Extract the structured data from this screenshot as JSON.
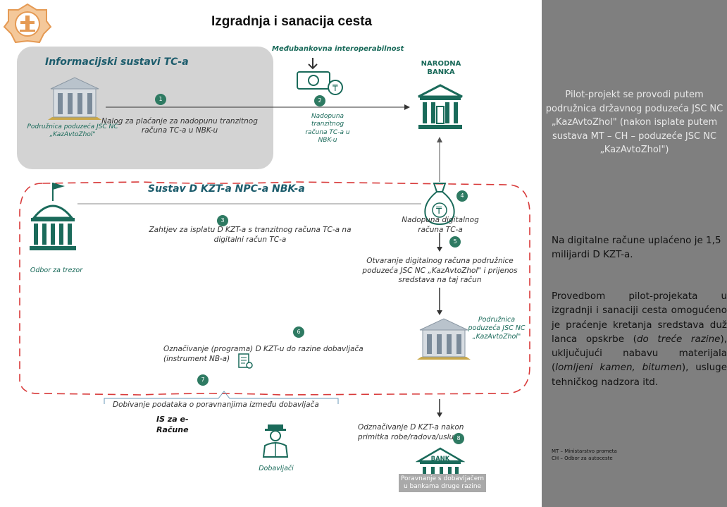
{
  "title": "Izgradnja i sanacija cesta",
  "info_systems_title": "Informacijski sustavi TC-a",
  "interbank_label": "Međubankovna interoperabilnost",
  "national_bank_label": "NARODNA BANKA",
  "branch_label_top": "Podružnica poduzeća JSC NC „KazAvtoZhol\"",
  "step1_text": "Nalog za plaćanje za nadopunu tranzitnog računa TC-a u NBK-u",
  "step2_text": "Nadopuna tranzitnog računa TC-a u NBK-u",
  "system_title": "Sustav D KZT-a NPC-a NBK-a",
  "treasury_label": "Odbor za trezor",
  "step3_text": "Zahtjev za isplatu D KZT-a s tranzitnog računa TC-a na digitalni račun TC-a",
  "step4_text": "Nadopuna digitalnog računa TC-a",
  "step5_text": "Otvaranje digitalnog računa podružnice poduzeća JSC NC „KazAvtoZhol\" i prijenos sredstava na taj račun",
  "branch_label_bottom": "Podružnica poduzeća JSC NC „KazAvtoZhol\"",
  "step6_text": "Označivanje (programa) D KZT-u do razine dobavljača (instrument NB-a)",
  "step7_text": "Dobivanje podataka o poravnanjima između dobavljača",
  "is_label": "IS za e-Račune",
  "suppliers_label": "Dobavljači",
  "step8_text": "Odznačivanje D KZT-a nakon primitka robe/radova/usluga",
  "bank_label": "Poravnanje s dobavljačem u bankama druge razine",
  "bank_sign": "BANK",
  "steps": [
    "1",
    "2",
    "3",
    "4",
    "5",
    "6",
    "7",
    "8"
  ],
  "right_panel": {
    "top_text": "Pilot-projekt se provodi putem podružnica državnog poduzeća JSC NC „KazAvtoZhol\" (nakon isplate putem sustava MT – CH – poduzeće JSC NC „KazAvtoZhol\")",
    "mid_text": "Na digitalne račune uplaćeno je 1,5 milijardi D KZT-a.",
    "para_prefix": "Provedbom pilot-projekata u izgradnji i sanaciji cesta omogućeno je praćenje kretanja sredstava duž lanca opskrbe (",
    "para_em1": "do treće razine",
    "para_mid": "), uključujući nabavu materijala (",
    "para_em2": "lomljeni kamen, bitumen",
    "para_suffix": "), usluge tehničkog nadzora itd.",
    "note1": "MT – Ministarstvo prometa",
    "note2": "CH – Odbor za autoceste"
  },
  "colors": {
    "accent_green": "#2e7a62",
    "dashed_red": "#d83a3a",
    "panel_gray": "#7f7f7f",
    "box_gray": "#d3d3d3",
    "logo_orange": "#e59a54"
  }
}
